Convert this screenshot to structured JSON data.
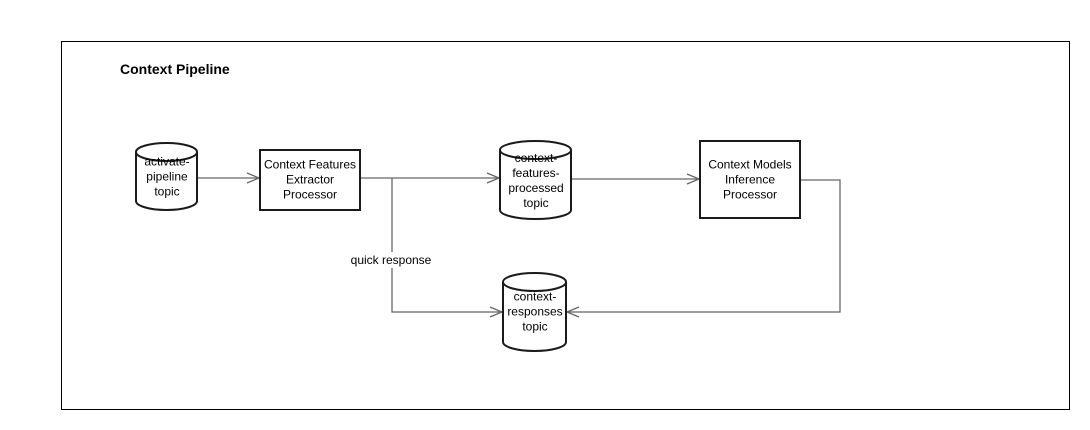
{
  "diagram": {
    "title": "Context Pipeline"
  },
  "nodes": {
    "activate_pipeline_topic": {
      "type": "topic",
      "shape": "cylinder",
      "label": "activate-\npipeline\ntopic"
    },
    "context_features_extractor": {
      "type": "processor",
      "shape": "rectangle",
      "label": "Context Features\nExtractor\nProcessor"
    },
    "context_features_processed_topic": {
      "type": "topic",
      "shape": "cylinder",
      "label": "context-\nfeatures-\nprocessed\ntopic"
    },
    "context_models_inference": {
      "type": "processor",
      "shape": "rectangle",
      "label": "Context Models\nInference\nProcessor"
    },
    "context_responses_topic": {
      "type": "topic",
      "shape": "cylinder",
      "label": "context-\nresponses\ntopic"
    }
  },
  "edges": {
    "quick_response": {
      "label": "quick response"
    }
  },
  "colors": {
    "connector": "#666666",
    "shape_border": "#1a1a1a",
    "text": "#000000",
    "background": "#ffffff"
  }
}
